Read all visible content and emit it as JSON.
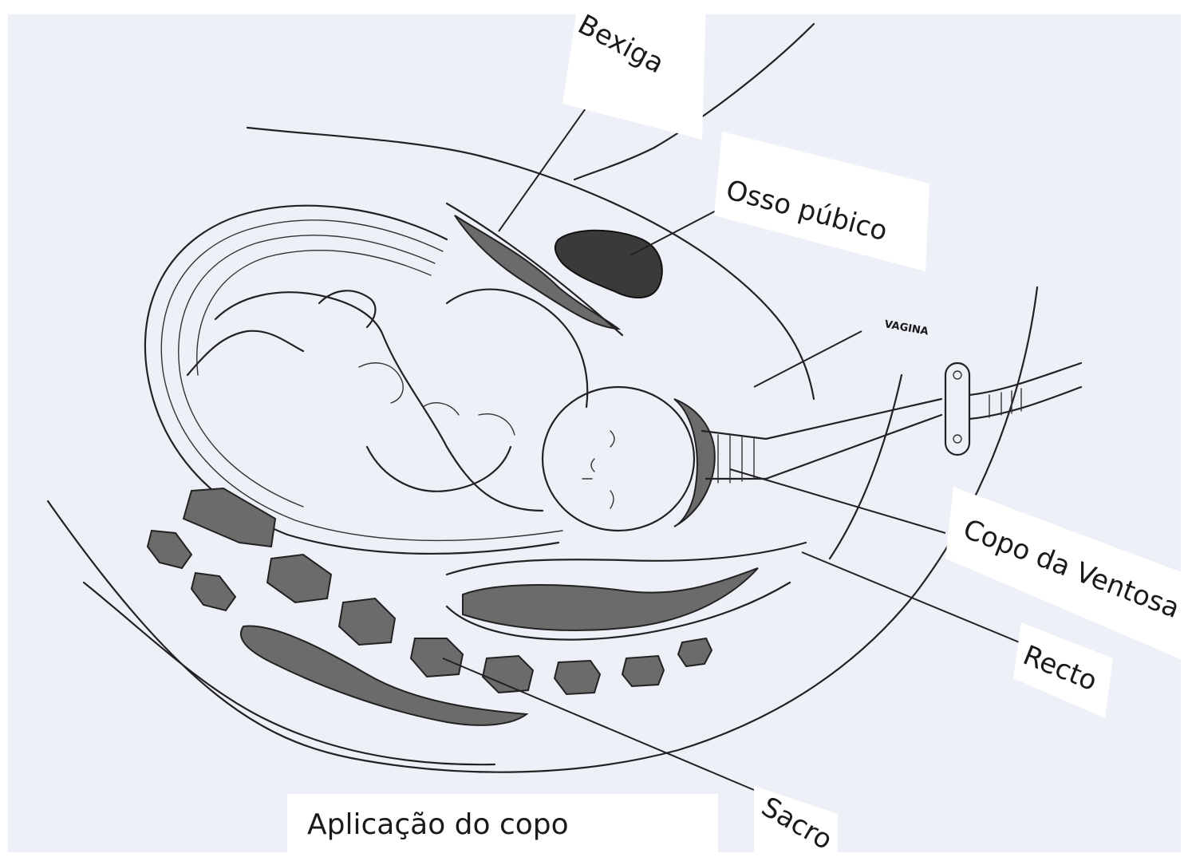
{
  "labels": {
    "bexiga": "Bexiga",
    "osso_pubico": "Osso púbico",
    "vagina": "VAGINA",
    "copo_ventosa": "Copo da Ventosa",
    "recto": "Recto",
    "sacro": "Sacro"
  },
  "caption": "Aplicação do copo",
  "colors": {
    "paper": "#eef0f8",
    "ink": "#222222",
    "label_background": "#ffffff"
  }
}
